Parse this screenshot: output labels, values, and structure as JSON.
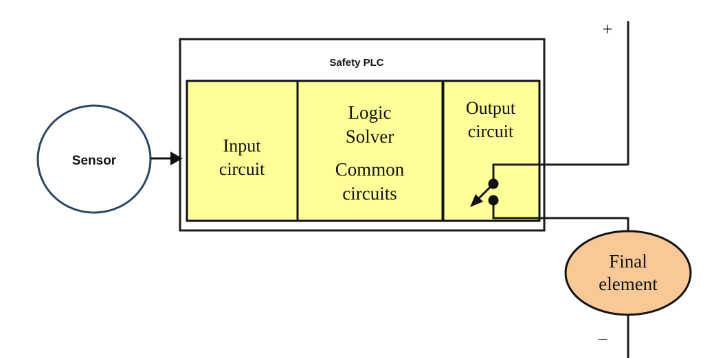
{
  "diagram": {
    "title_label": "Safety PLC",
    "colors": {
      "block_fill": "#ffff99",
      "block_stroke": "#111111",
      "enclosure_stroke": "#1a1a1a",
      "sensor_stroke": "#2b4662",
      "sensor_fill": "#ffffff",
      "final_element_fill": "#f8c896",
      "final_element_stroke": "#111111",
      "wire": "#1a1a1a",
      "background": "#ffffff"
    },
    "sensor": {
      "label": "Sensor"
    },
    "blocks": [
      {
        "name": "input-circuit",
        "lines": [
          "Input",
          "circuit"
        ]
      },
      {
        "name": "logic-solver",
        "lines_group_a": [
          "Logic",
          "Solver"
        ],
        "lines_group_b": [
          "Common",
          "circuits"
        ]
      },
      {
        "name": "output-circuit",
        "lines": [
          "Output",
          "circuit"
        ]
      }
    ],
    "final_element": {
      "lines": [
        "Final",
        "element"
      ]
    },
    "power": {
      "positive_label": "+",
      "negative_label": "−"
    },
    "switch": {
      "name": "output-contact-switch",
      "state": "open"
    }
  }
}
